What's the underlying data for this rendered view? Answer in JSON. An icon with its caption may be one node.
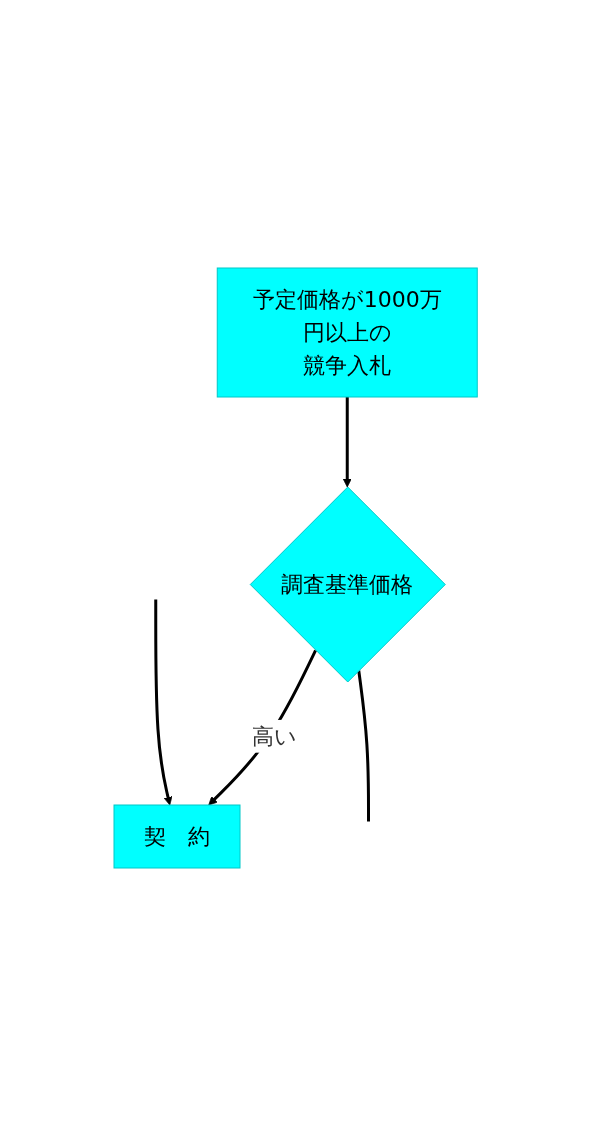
{
  "diagram": {
    "nodes": [
      {
        "text": [
          "予定価格が1000万円以上の",
          "競争入札"
        ]
      },
      {
        "text": [
          "調査基準価格"
        ]
      },
      {
        "text": [
          "契　約"
        ]
      }
    ],
    "edges": [
      {
        "from": 0,
        "to": 1,
        "arrow": "to"
      },
      {
        "from": 1,
        "to": 2,
        "arrow": "to",
        "label": "高い"
      },
      {
        "from": 1,
        "to": null,
        "arrow": "none"
      },
      {
        "from": null,
        "to": 2,
        "arrow": "to"
      }
    ]
  }
}
